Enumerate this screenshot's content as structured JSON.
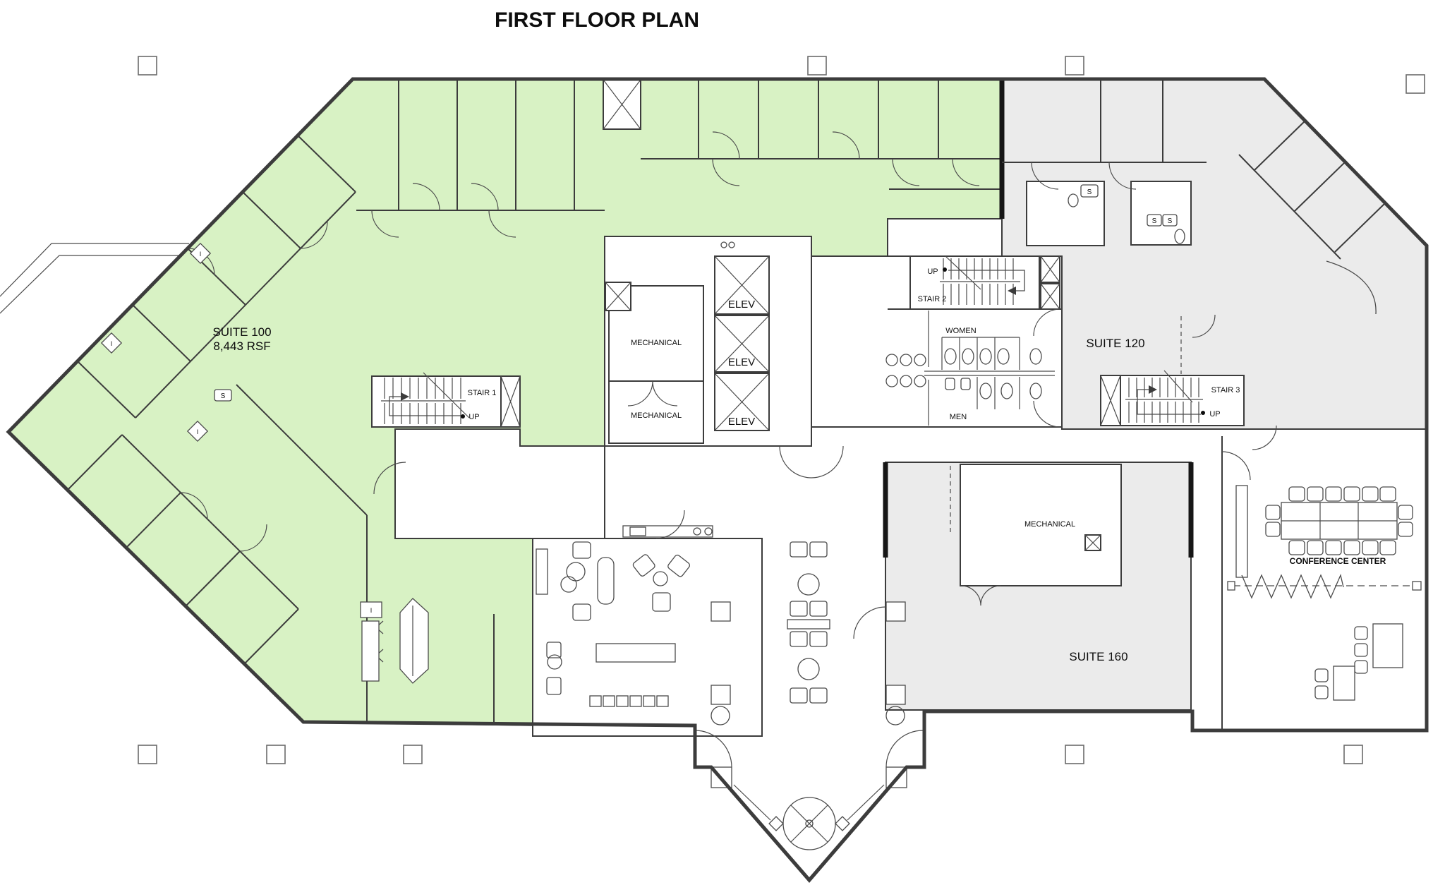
{
  "title": "FIRST FLOOR PLAN",
  "colors": {
    "suite100_fill": "#d8f2c4",
    "leased_fill": "#ebebeb",
    "wall": "#3c3c3c"
  },
  "suite100": {
    "label": "SUITE 100",
    "area": "8,443 RSF"
  },
  "suite120": {
    "label": "SUITE 120"
  },
  "suite160": {
    "label": "SUITE 160"
  },
  "conference": {
    "label": "CONFERENCE CENTER"
  },
  "stairs": {
    "stair1": "STAIR 1",
    "stair2": "STAIR 2",
    "stair3": "STAIR 3",
    "up": "UP"
  },
  "core": {
    "elev": "ELEV",
    "mechanical": "MECHANICAL"
  },
  "restrooms": {
    "women": "WOMEN",
    "men": "MEN"
  },
  "markers": {
    "s": "S",
    "i": "I"
  }
}
